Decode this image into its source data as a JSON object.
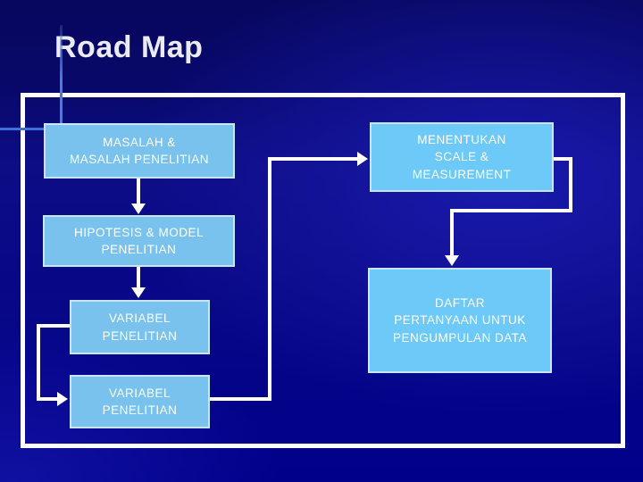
{
  "slide": {
    "title": "Road Map",
    "boxes": {
      "masalah": "MASALAH &\nMASALAH PENELITIAN",
      "menentukan": "MENENTUKAN\nSCALE &\nMEASUREMENT",
      "hipotesis": "HIPOTESIS & MODEL\nPENELITIAN",
      "variabel_1": "VARIABEL\nPENELITIAN",
      "variabel_2": "VARIABEL\nPENELITIAN",
      "daftar": "DAFTAR\nPERTANYAAN UNTUK\nPENGUMPULAN DATA"
    }
  },
  "colors": {
    "background_top": "#07075e",
    "background_mid": "#1212a0",
    "background_base": "#00008b",
    "box_fill": "#79c2ee",
    "box_fill_bright": "#6dcaf8",
    "box_border": "#c9e6f8",
    "connector": "#ffffff",
    "frame_border": "#ffffff",
    "title_color": "#eaeaf6",
    "box_text": "#ffffff",
    "accent_line": "#3f6fd8"
  }
}
